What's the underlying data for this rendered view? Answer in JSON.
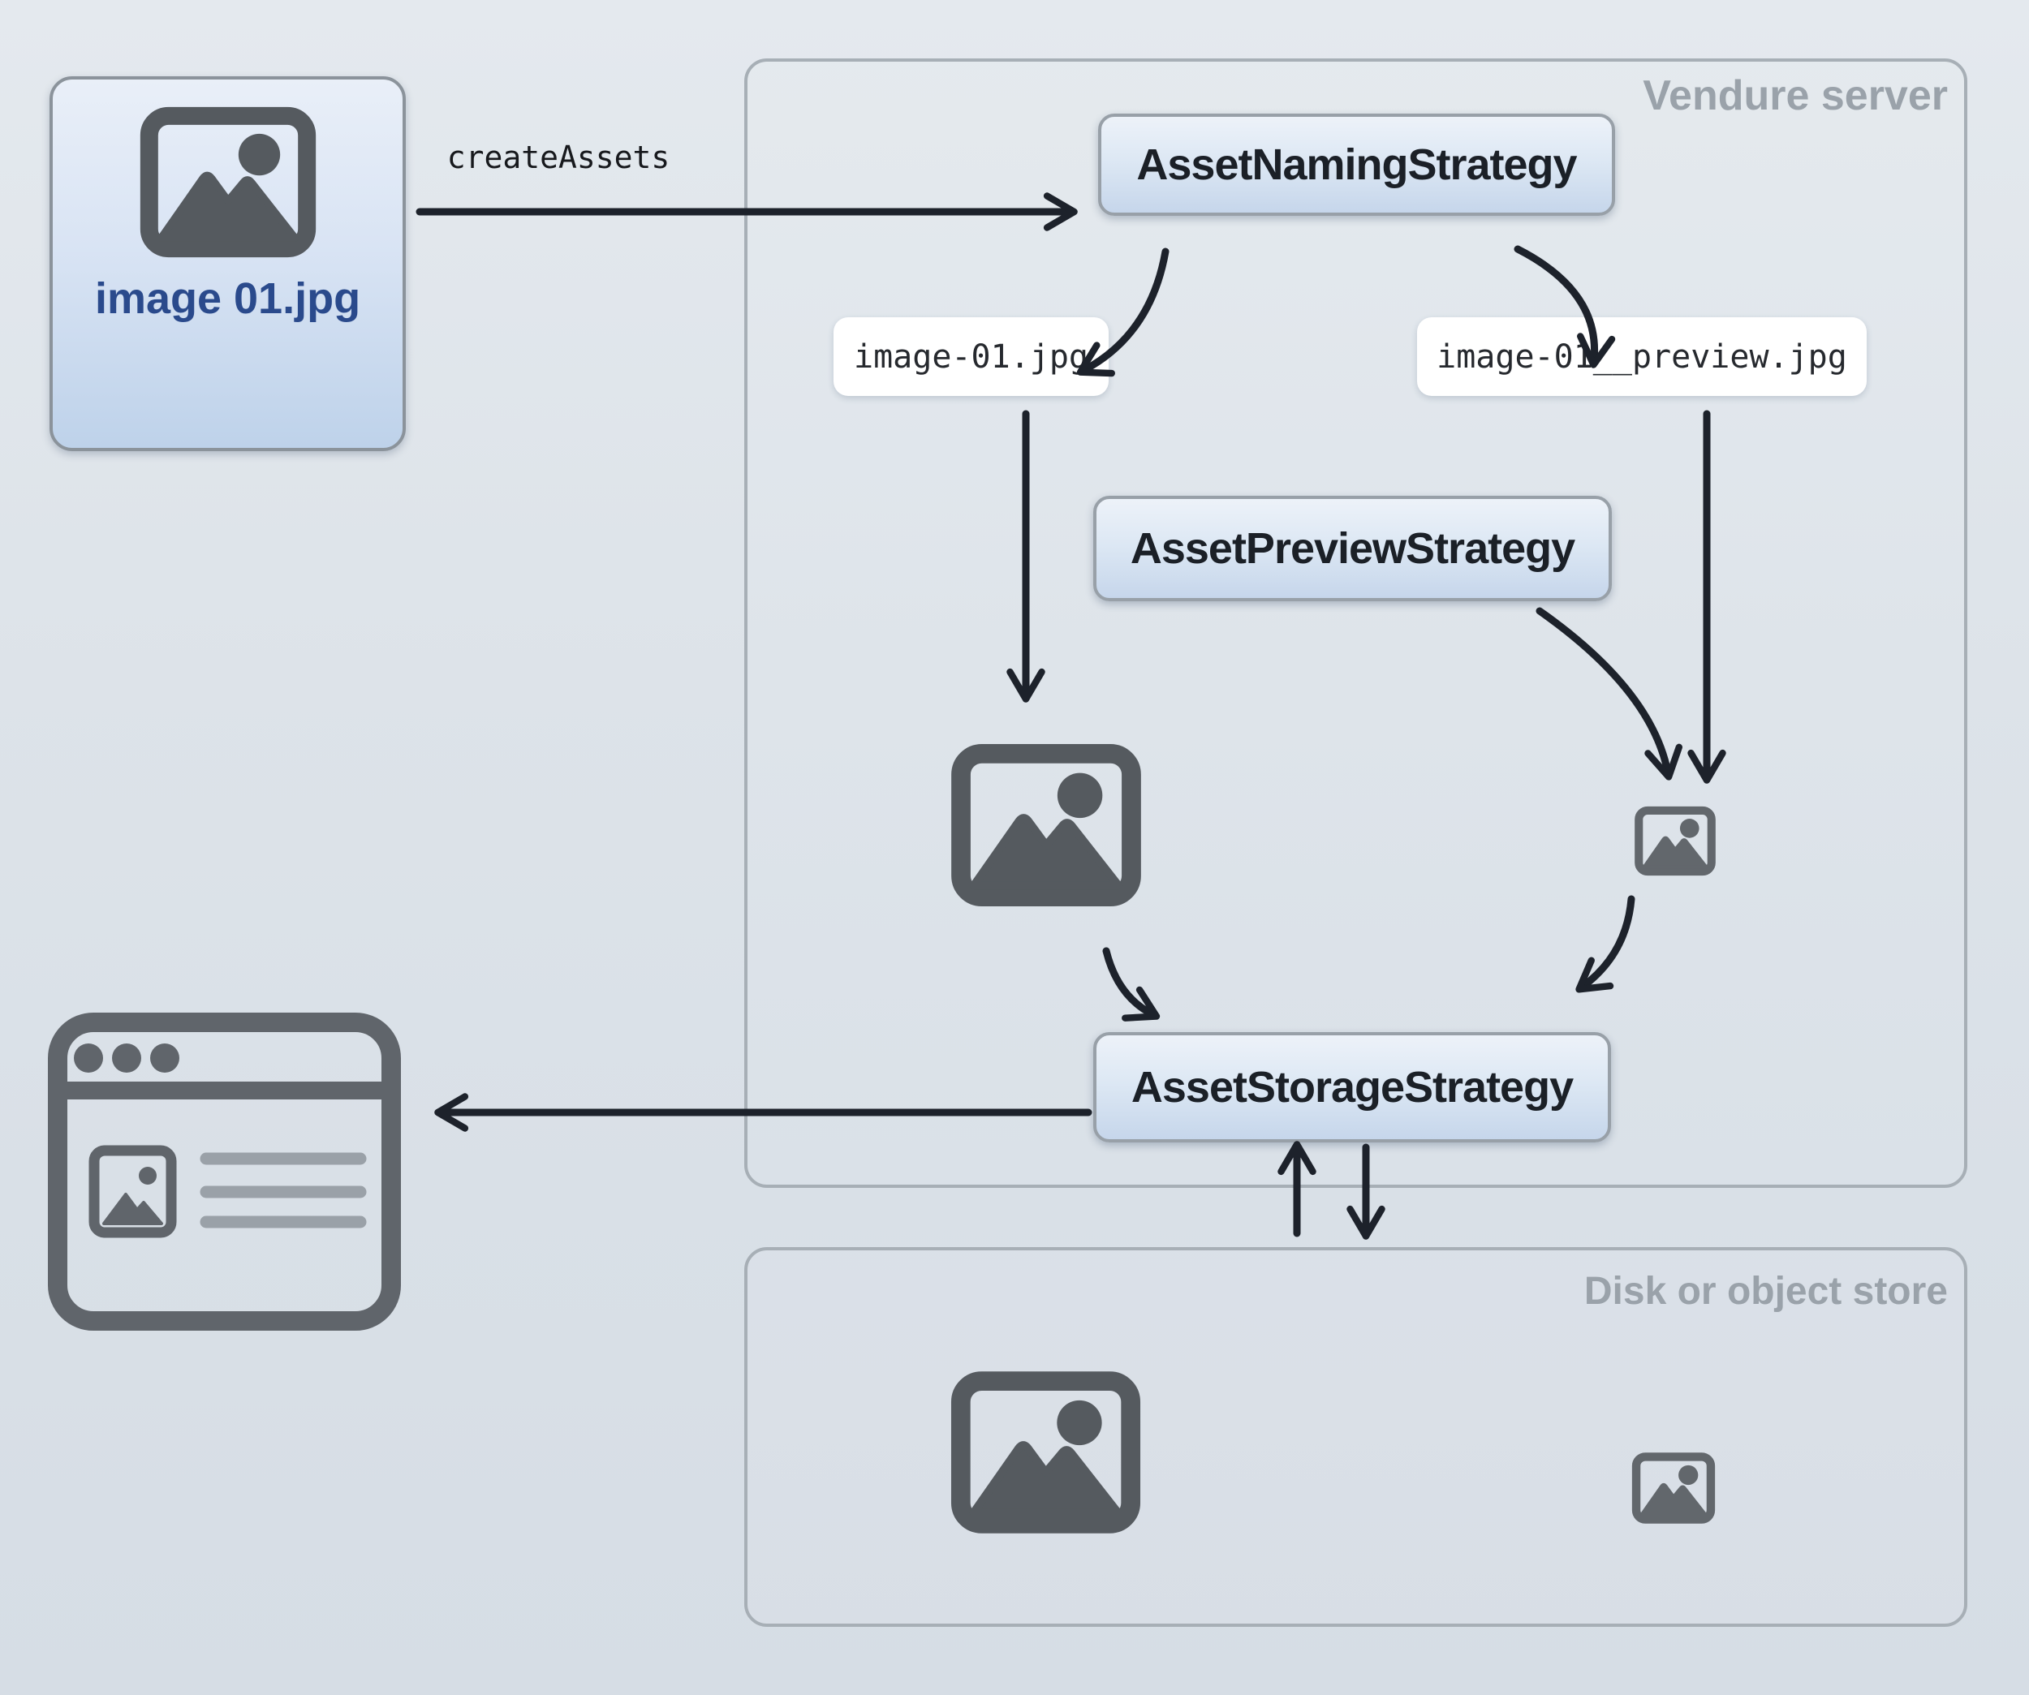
{
  "upload_card": {
    "filename": "image 01.jpg"
  },
  "flow": {
    "create_assets_label": "createAssets"
  },
  "vendure_server": {
    "title": "Vendure server",
    "naming_strategy_label": "AssetNamingStrategy",
    "preview_strategy_label": "AssetPreviewStrategy",
    "storage_strategy_label": "AssetStorageStrategy",
    "source_filename": "image-01.jpg",
    "preview_filename": "image-01__preview.jpg"
  },
  "disk_store": {
    "title": "Disk or object store"
  },
  "icons": {
    "upload_image_icon": "image-placeholder-icon",
    "vendure_large_image_icon": "image-placeholder-icon",
    "vendure_small_image_icon": "image-placeholder-icon-small",
    "disk_large_image_icon": "image-placeholder-icon",
    "disk_small_image_icon": "image-placeholder-icon-small",
    "browser_icon": "browser-window-icon"
  },
  "colors": {
    "background_top": "#e4e9ee",
    "background_bottom": "#d6dde5",
    "pill_gradient_top": "#edf2f9",
    "pill_gradient_bottom": "#c6d6eb",
    "pill_border": "#98a0a8",
    "region_border": "#a7afb6",
    "region_title_gray": "#9aa2aa",
    "chip_background": "#ffffff",
    "arrow": "#1d222b",
    "icon_gray": "#555a5f",
    "filename_navy": "#2a4a8c",
    "text_dark": "#1b2027"
  }
}
